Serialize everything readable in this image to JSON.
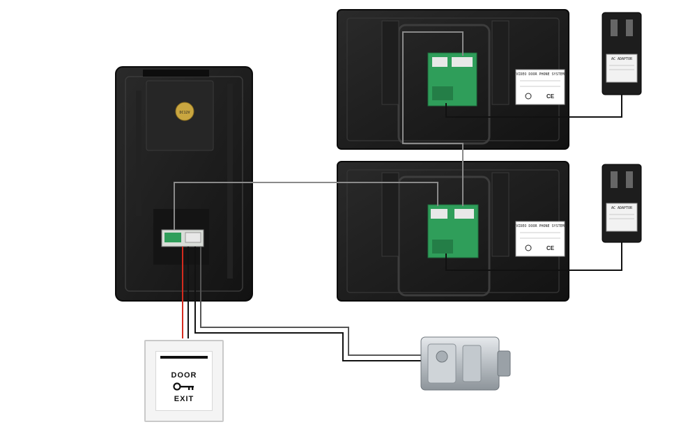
{
  "exit_button": {
    "line1": "DOOR",
    "line2": "EXIT"
  },
  "monitor_label": {
    "title": "VIDEO DOOR PHONE SYSTEM"
  },
  "adapter_label": {
    "title": "AC ADAPTOR"
  },
  "doorbell_label": "DC12V",
  "colors": {
    "device_body": "#1b1b1b",
    "wire_gray": "#8a8a8a",
    "wire_black": "#111111",
    "wire_red": "#d52b1e",
    "pcb_green": "#2f9e5a",
    "lock_silver": "#b8bec3"
  }
}
